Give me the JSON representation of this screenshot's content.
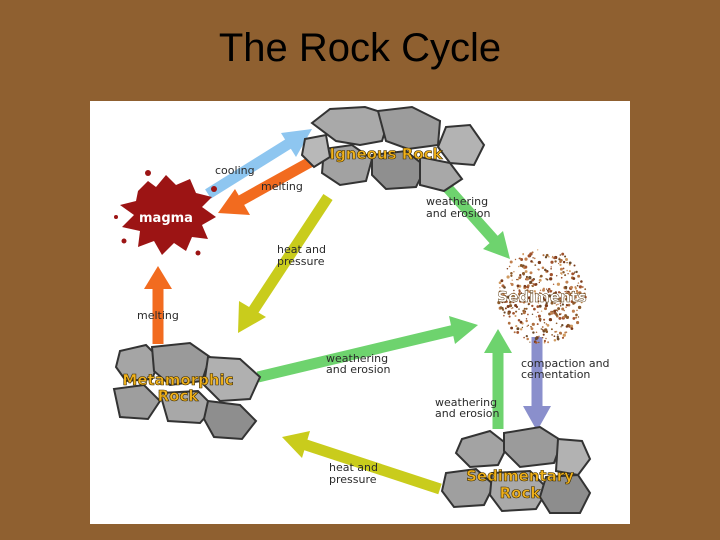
{
  "slide": {
    "title": "The Rock Cycle"
  },
  "colors": {
    "background": "#8f6030",
    "cooling_arrow": "#8ec6f0",
    "melting_arrow": "#f26b1f",
    "heat_pressure_arrow": "#c9cc1c",
    "weathering_arrow": "#6ed36e",
    "compaction_arrow": "#8a8fcc",
    "rock_label": "#f2b21a",
    "magma": "#9c1414"
  },
  "nodes": {
    "igneous": "Igneous Rock",
    "magma": "magma",
    "sediments": "Sediments",
    "metamorphic_line1": "Metamorphic",
    "metamorphic_line2": "Rock",
    "sedimentary_line1": "Sedimentary",
    "sedimentary_line2": "Rock"
  },
  "labels": {
    "cooling": "cooling",
    "melting_top": "melting",
    "weathering_top_1": "weathering",
    "weathering_top_2": "and erosion",
    "heat_top_1": "heat and",
    "heat_top_2": "pressure",
    "melting_left": "melting",
    "weathering_mid_1": "weathering",
    "weathering_mid_2": "and erosion",
    "compaction_1": "compaction and",
    "compaction_2": "cementation",
    "weathering_bot_1": "weathering",
    "weathering_bot_2": "and erosion",
    "heat_bot_1": "heat and",
    "heat_bot_2": "pressure"
  }
}
